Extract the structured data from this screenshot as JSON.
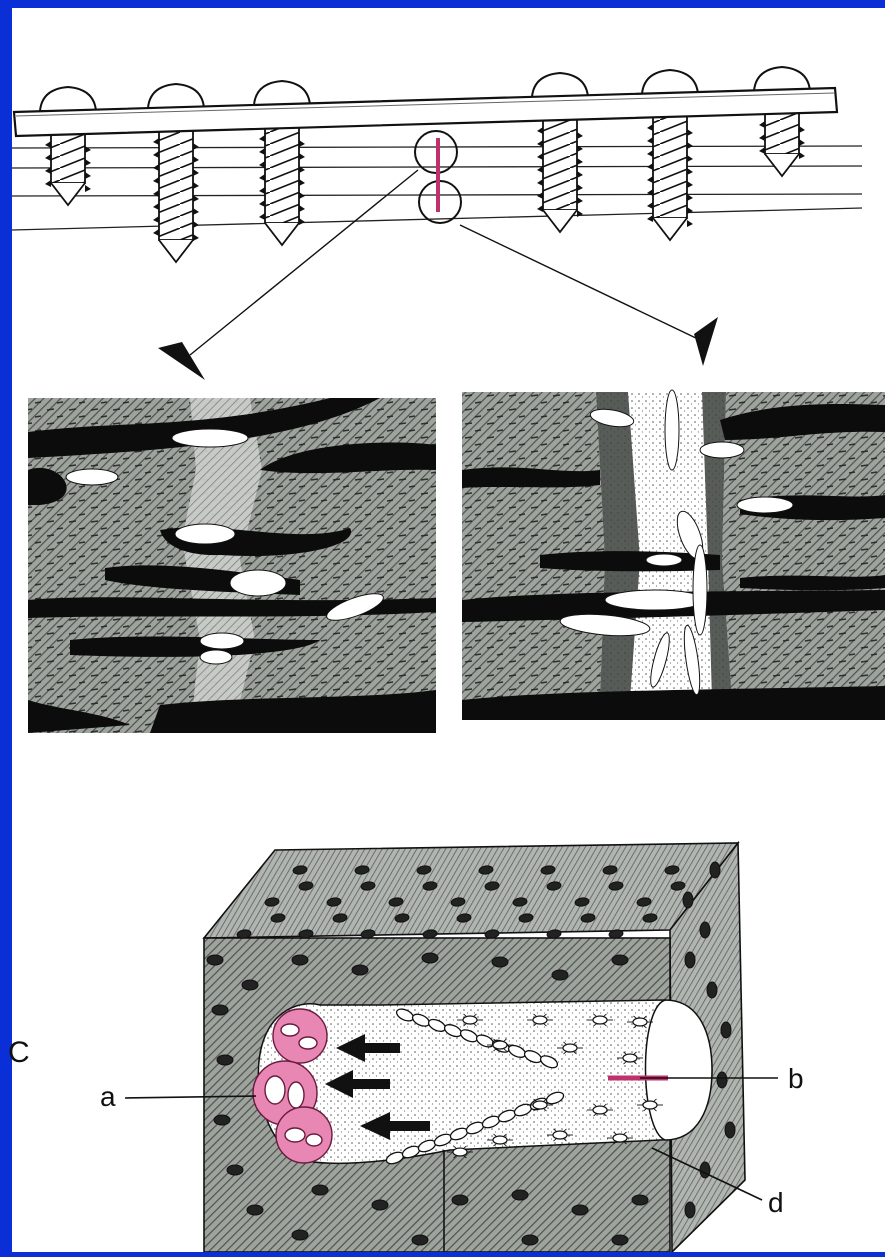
{
  "figure": {
    "panel_c_label": "C",
    "labels": {
      "a": "a",
      "b": "b",
      "d": "d"
    }
  },
  "colors": {
    "frame": "#0a2fd6",
    "paper": "#ffffff",
    "ink": "#111111",
    "highlight": "#c0306a",
    "osteoclast_fill": "#e887b4",
    "hatch_gray": "#8e948e",
    "dark_canal": "#0c0c0c"
  },
  "icons": {
    "callout_arrow": "arrowhead-icon",
    "resorption_arrow": "arrow-left-icon"
  }
}
